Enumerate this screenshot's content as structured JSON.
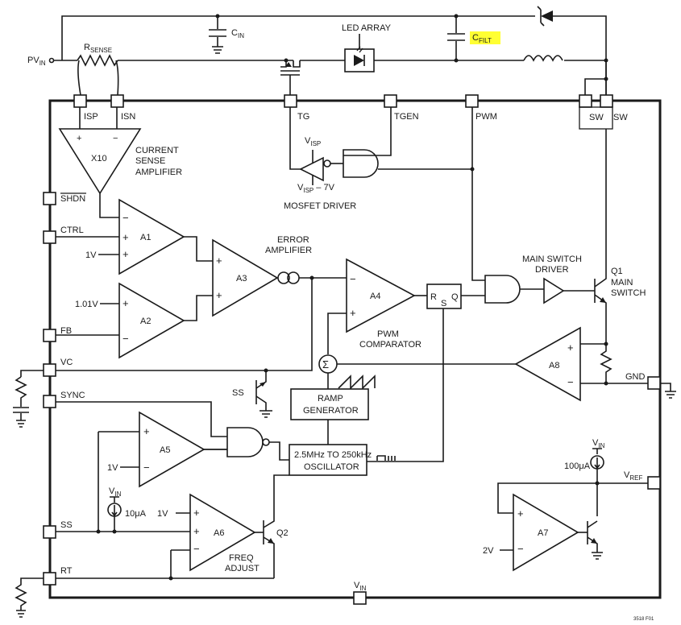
{
  "labels": {
    "pvin": "PV",
    "pvin_sub": "IN",
    "rsense": "R",
    "rsense_sub": "SENSE",
    "cin": "C",
    "cin_sub": "IN",
    "led_array": "LED ARRAY",
    "cfilt": "C",
    "cfilt_sub": "FILT",
    "isp": "ISP",
    "isn": "ISN",
    "tg": "TG",
    "tgen": "TGEN",
    "pwm": "PWM",
    "sw1": "SW",
    "sw2": "SW",
    "x10": "X10",
    "csa1": "CURRENT",
    "csa2": "SENSE",
    "csa3": "AMPLIFIER",
    "visp": "V",
    "visp_sub": "ISP",
    "visp7": "V",
    "visp7_sub": "ISP",
    "visp7_tail": " – 7V",
    "mosfet_driver": "MOSFET DRIVER",
    "shdn": "SHDN",
    "ctrl": "CTRL",
    "one_v_a1": "1V",
    "a1": "A1",
    "err1": "ERROR",
    "err2": "AMPLIFIER",
    "a3": "A3",
    "ref101": "1.01V",
    "a2": "A2",
    "fb": "FB",
    "a4": "A4",
    "pwmc1": "PWM",
    "pwmc2": "COMPARATOR",
    "r": "R",
    "s": "S",
    "q": "Q",
    "msd1": "MAIN SWITCH",
    "msd2": "DRIVER",
    "q1a": "Q1",
    "q1b": "MAIN",
    "q1c": "SWITCH",
    "vc": "VC",
    "sigma": "Σ",
    "a8": "A8",
    "gnd": "GND",
    "ss_t": "SS",
    "sync": "SYNC",
    "ramp1": "RAMP",
    "ramp2": "GENERATOR",
    "a5": "A5",
    "one_v_a5": "1V",
    "osc1": "2.5MHz TO 250kHz",
    "osc2": "OSCILLATOR",
    "vin_top": "V",
    "vin_top_sub": "IN",
    "i100": "100μA",
    "vref": "V",
    "vref_sub": "REF",
    "vin_ss": "V",
    "vin_ss_sub": "IN",
    "i10": "10μA",
    "ss_pin": "SS",
    "one_v_a6": "1V",
    "a6": "A6",
    "q2": "Q2",
    "freq1": "FREQ",
    "freq2": "ADJUST",
    "rt": "RT",
    "a7": "A7",
    "two_v": "2V",
    "vin_bot": "V",
    "vin_bot_sub": "IN",
    "figno": "3518 F01"
  },
  "colors": {
    "highlight": "#ffff33",
    "ink": "#1a1a1a"
  }
}
